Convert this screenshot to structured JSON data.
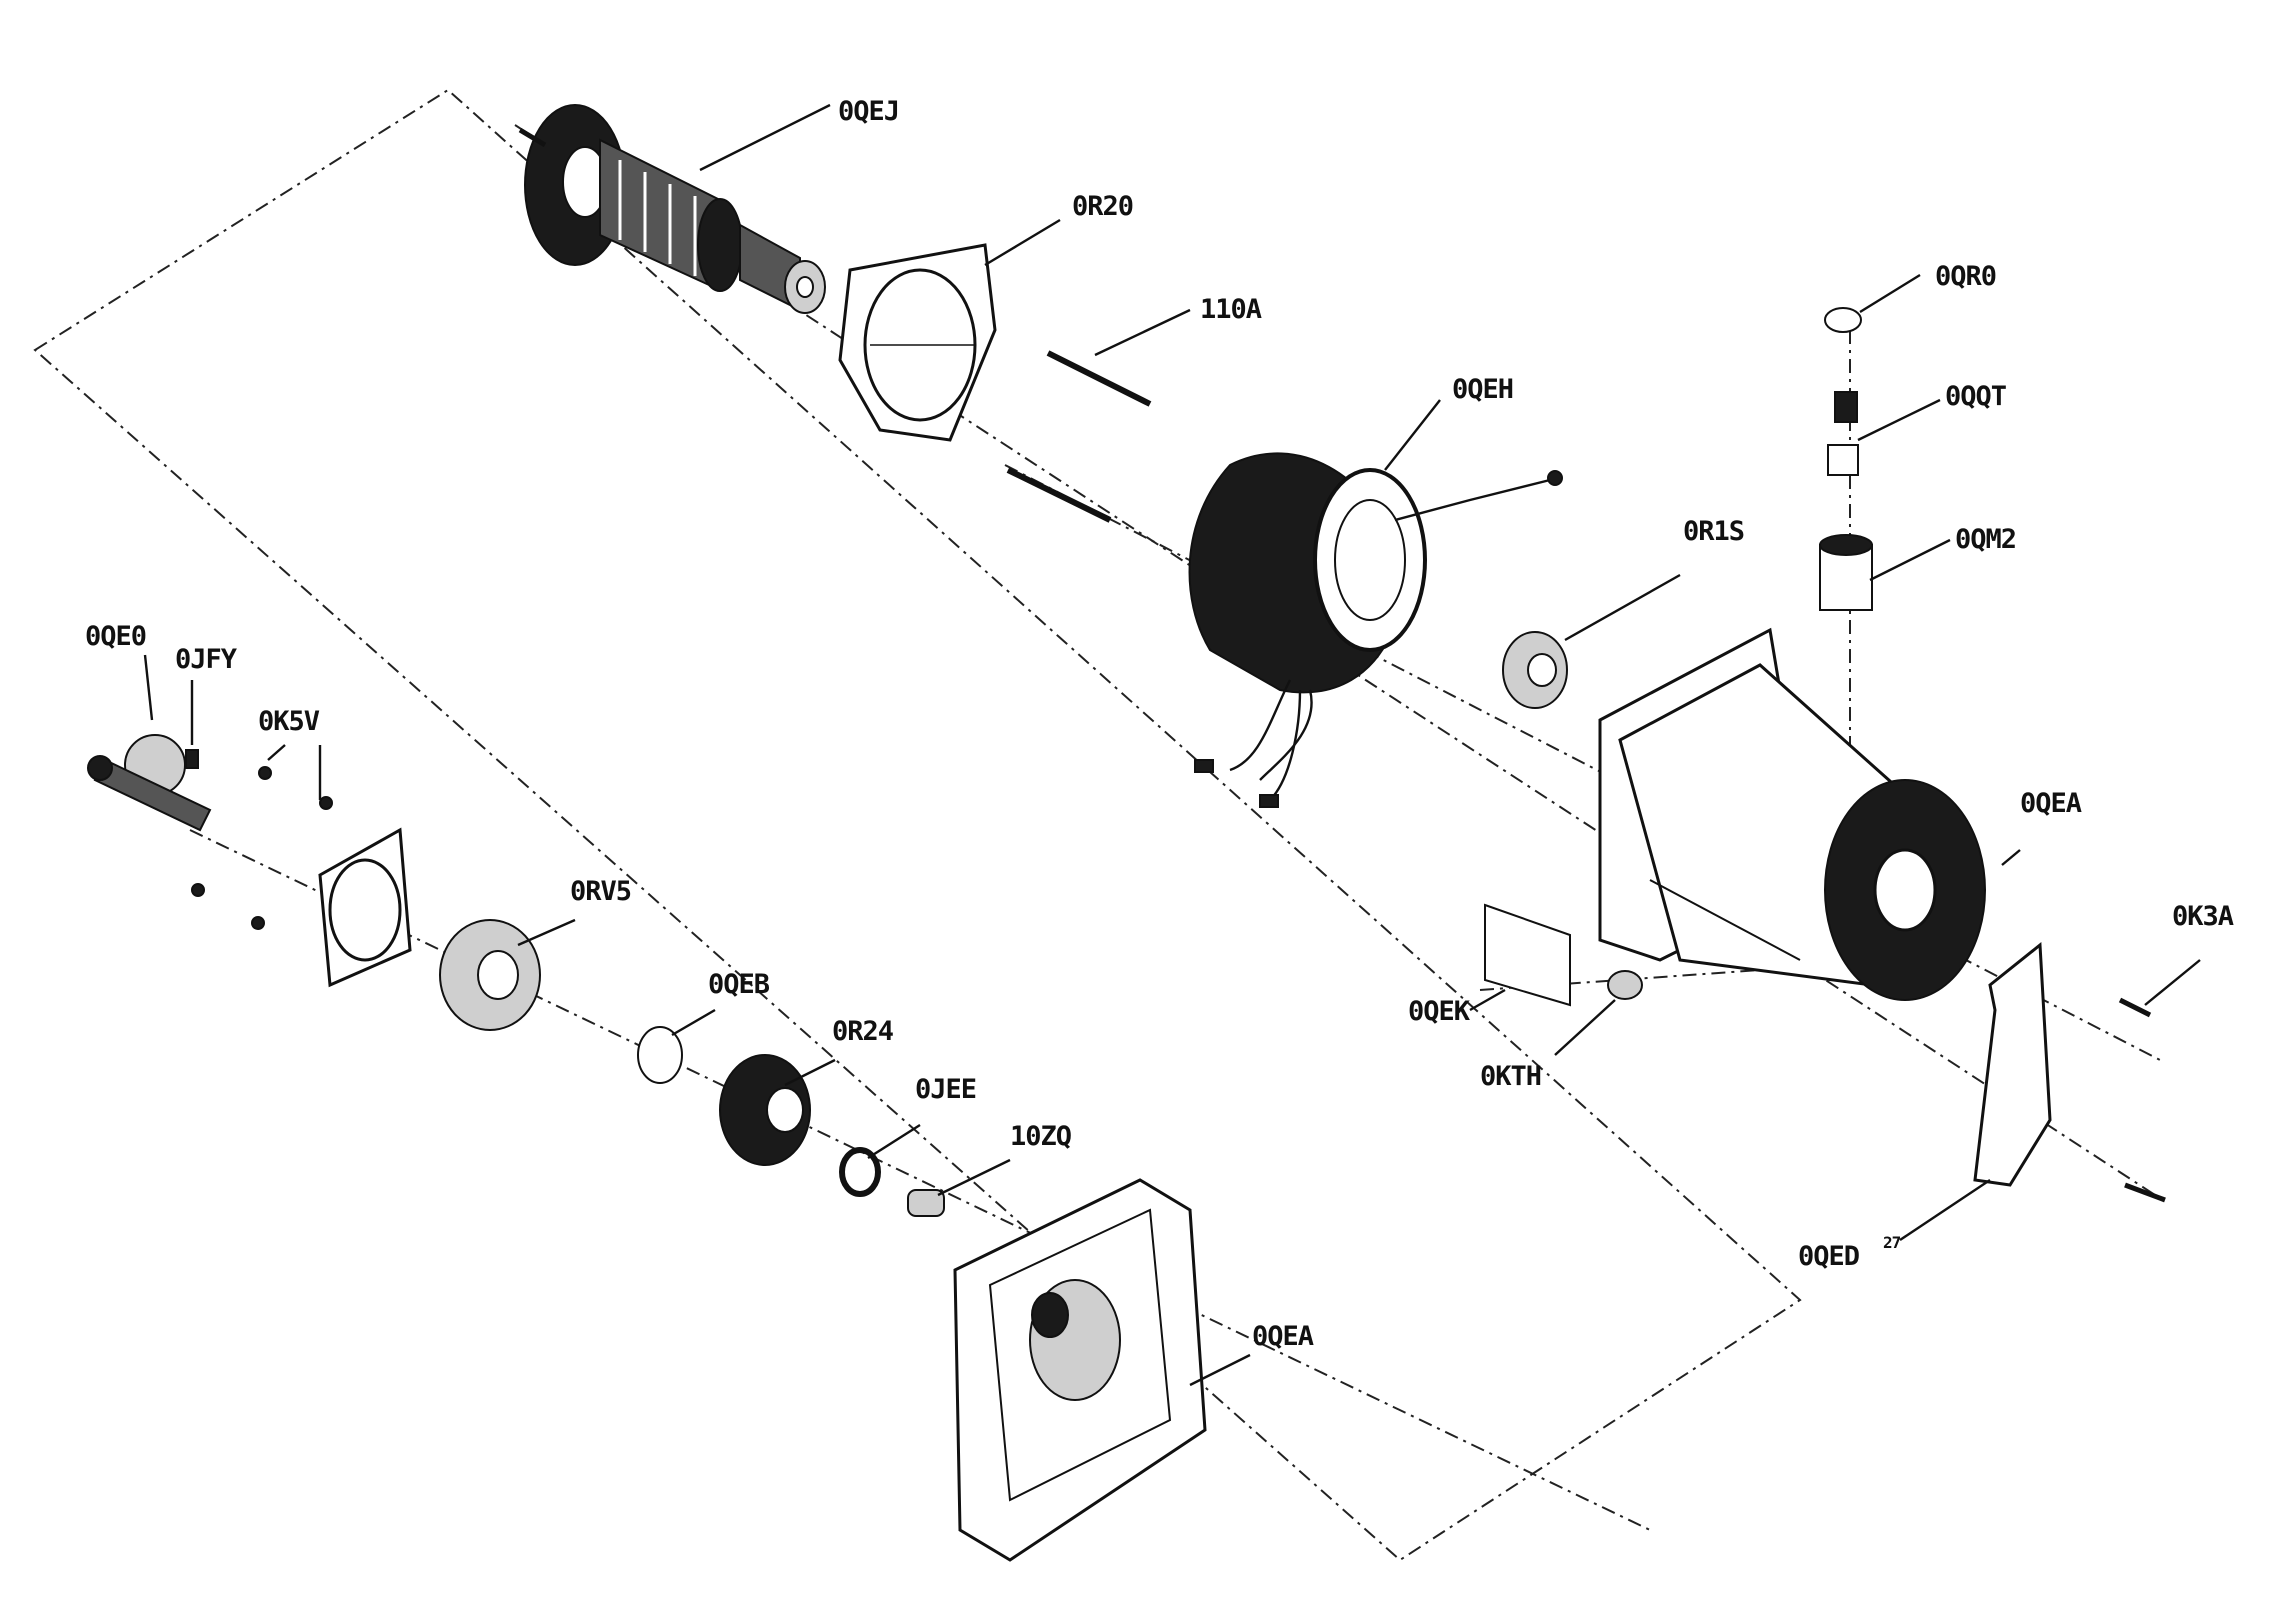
{
  "diagram": {
    "parts": {
      "armature": "0QEJ",
      "end_plate": "0R20",
      "through_bolt": "110A",
      "field_coil": "0QEH",
      "knob": "0QR0",
      "switch_stem": "0QQT",
      "switch_body": "0QM2",
      "bushing": "0R1S",
      "motor_housing_screw": "0QEA",
      "output_shaft": "0QE0",
      "key": "0JFY",
      "screw": "0K5V",
      "bearing": "0RV5",
      "retainer": "0QEB",
      "gear": "0R24",
      "ring": "0JEE",
      "sleeve": "10ZQ",
      "gear_case": "0QEA",
      "bracket_screw": "0K3A",
      "plate": "0QEK",
      "nut": "0KTH",
      "bracket": "0QED",
      "bracket_qty": "27"
    }
  },
  "colors": {
    "ink": "#111111",
    "paper": "#ffffff"
  }
}
